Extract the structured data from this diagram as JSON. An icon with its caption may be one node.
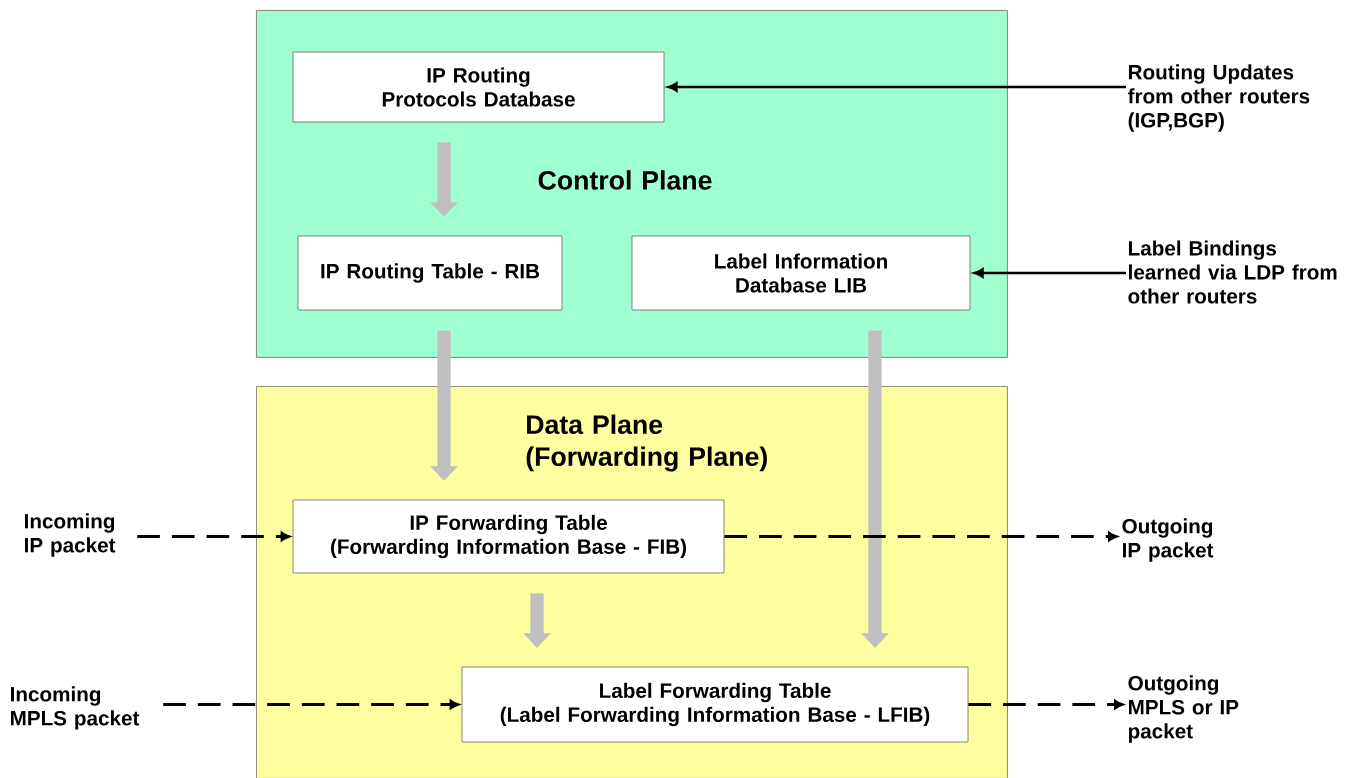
{
  "diagram": {
    "nodes": [
      {
        "text": [
          "Control Plane"
        ]
      },
      {
        "text": [
          "IP Routing Protocols Database"
        ],
        "in": 0
      },
      {
        "text": [
          "IP Routing Table - RIB"
        ],
        "in": 0
      },
      {
        "text": [
          "Label Information Database LIB"
        ],
        "in": 0
      },
      {
        "text": [
          "Data Plane (Forwarding Plane)"
        ]
      },
      {
        "text": [
          "IP Forwarding Table",
          "(Forwarding Information Base - FIB)"
        ],
        "in": 4
      },
      {
        "text": [
          "Label Forwarding Table",
          "(Label Forwarding Information Base - LFIB)"
        ],
        "in": 4
      },
      {
        "text": [
          "Routing Updates from other routers (IGP,BGP)"
        ]
      },
      {
        "text": [
          "Label Bindings learned via LDP from other routers"
        ]
      },
      {
        "text": [
          "Incoming IP packet"
        ]
      },
      {
        "text": [
          "Outgoing IP packet"
        ]
      },
      {
        "text": [
          "Incoming MPLS packet"
        ]
      },
      {
        "text": [
          "Outgoing MPLS or IP packet"
        ]
      }
    ],
    "edges": [
      {
        "from": 7,
        "to": 1,
        "arrow": "to"
      },
      {
        "from": 8,
        "to": 3,
        "arrow": "to"
      },
      {
        "from": 1,
        "to": 2,
        "arrow": "to",
        "style": "thick",
        "color": "#c0c0c0"
      },
      {
        "from": 2,
        "to": 5,
        "arrow": "to",
        "style": "thick",
        "color": "#c0c0c0"
      },
      {
        "from": 3,
        "to": 6,
        "arrow": "to",
        "style": "thick",
        "color": "#c0c0c0"
      },
      {
        "from": 5,
        "to": 6,
        "arrow": "to",
        "style": "thick",
        "color": "#c0c0c0"
      },
      {
        "from": 9,
        "to": 5,
        "arrow": "to",
        "style": "dashed"
      },
      {
        "from": 5,
        "to": 10,
        "arrow": "to",
        "style": "dashed"
      },
      {
        "from": 11,
        "to": 6,
        "arrow": "to",
        "style": "dashed"
      },
      {
        "from": 6,
        "to": 12,
        "arrow": "to",
        "style": "dashed"
      }
    ]
  }
}
